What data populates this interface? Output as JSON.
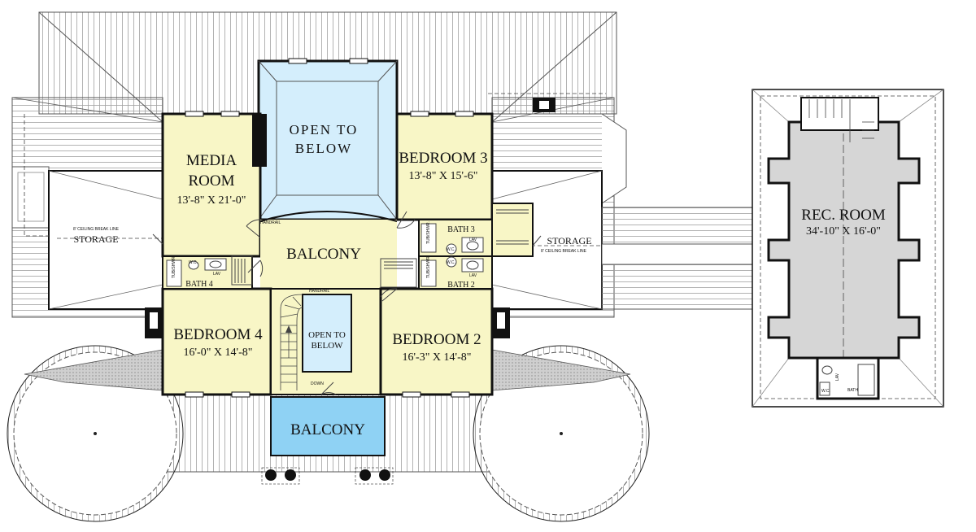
{
  "colors": {
    "wall": "#111111",
    "room_fill": "#f8f6c6",
    "open_fill": "#d4eefc",
    "balcony_fill": "#8fd2f4",
    "rec_fill": "#d6d6d6",
    "roof_line": "#9a9a9a",
    "dashed": "#444444"
  },
  "rooms": {
    "media": {
      "name1": "MEDIA",
      "name2": "ROOM",
      "dims": "13'-8\" X 21'-0\""
    },
    "open_top": {
      "line1": "OPEN TO",
      "line2": "BELOW"
    },
    "bedroom3": {
      "name": "BEDROOM 3",
      "dims": "13'-8\" X 15'-6\""
    },
    "bedroom4": {
      "name": "BEDROOM 4",
      "dims": "16'-0\" X 14'-8\""
    },
    "bedroom2": {
      "name": "BEDROOM 2",
      "dims": "16'-3\" X 14'-8\""
    },
    "balcony_main": {
      "name": "BALCONY"
    },
    "balcony_front": {
      "name": "BALCONY"
    },
    "open_stair": {
      "line1": "OPEN TO",
      "line2": "BELOW"
    },
    "rec_room": {
      "name": "REC. ROOM",
      "dims": "34'-10\" X 16'-0\""
    },
    "storage_left": {
      "name": "STORAGE"
    },
    "storage_right": {
      "name": "STORAGE"
    },
    "bath3": {
      "name": "BATH 3"
    },
    "bath2": {
      "name": "BATH 2"
    },
    "bath4": {
      "name": "BATH 4"
    },
    "bath_rec": {
      "name": "BATH"
    }
  },
  "small_labels": {
    "handrail_top": "HANDRAIL",
    "handrail_stair": "HANDRAIL",
    "down": "DOWN",
    "ceiling_break_left": "8' CEILING BREAK LINE",
    "ceiling_break_right": "8' CEILING BREAK LINE",
    "tub_shower": "TUB/SHWR.",
    "wc": "W.C.",
    "lav": "LAV"
  }
}
